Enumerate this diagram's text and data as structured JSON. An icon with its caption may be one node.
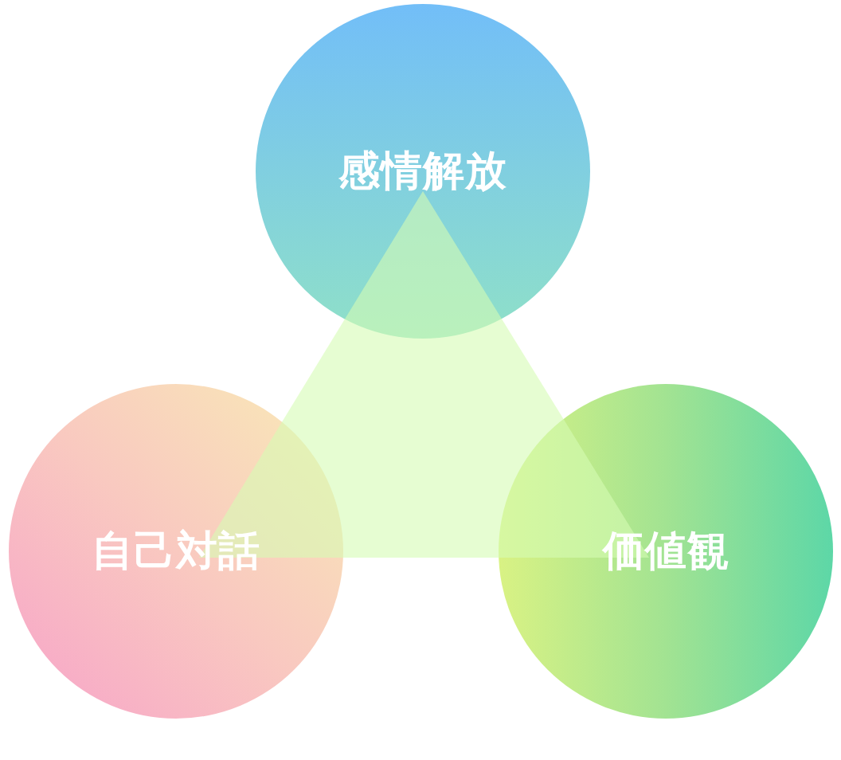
{
  "diagram": {
    "nodes": [
      {
        "text": [
          "感情解放"
        ]
      },
      {
        "text": [
          "自己対話"
        ]
      },
      {
        "text": [
          "価値観"
        ]
      }
    ]
  }
}
